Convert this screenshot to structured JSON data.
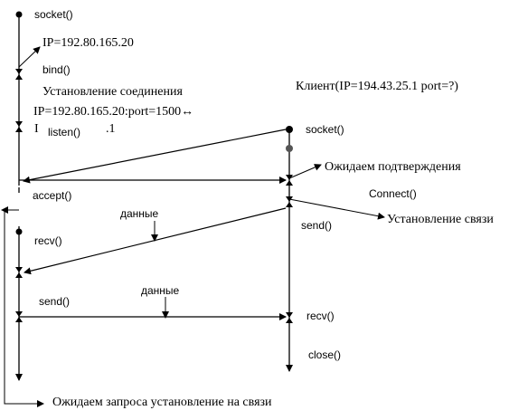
{
  "server": {
    "socket": "socket()",
    "ip": "IP=192.80.165.20",
    "bind": "bind()",
    "establish": "Установление соединения",
    "ip_port": "IP=192.80.165.20:port=1500↔",
    "listen_prefix": "I",
    "listen": "listen()",
    "listen_suffix": ".1",
    "accept": "accept()",
    "recv": "recv()",
    "send": "send()"
  },
  "client": {
    "title": "Клиент(IP=194.43.25.1 port=?)",
    "socket": "socket()",
    "wait_confirm": "Ожидаем подтверждения",
    "connect": "Connect()",
    "link_established": "Установление связи",
    "send": "send()",
    "recv": "recv()",
    "close": "close()"
  },
  "messages": {
    "data1": "данные",
    "data2": "данные"
  },
  "footer": {
    "wait_request": "Ожидаем запроса установление на связи"
  }
}
